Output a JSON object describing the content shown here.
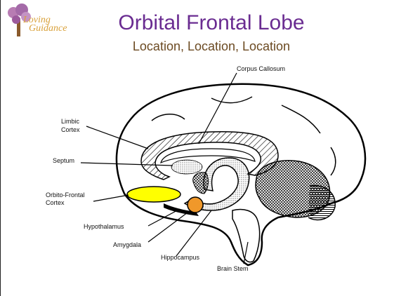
{
  "logo": {
    "line1": "Loving",
    "line2": "Guidance"
  },
  "title": "Orbital Frontal Lobe",
  "subtitle": "Location, Location, Location",
  "labels": {
    "corpus_callosum": "Corpus Callosum",
    "limbic_1": "Limbic",
    "limbic_2": "Cortex",
    "septum": "Septum",
    "orbito_1": "Orbito-Frontal",
    "orbito_2": "Cortex",
    "hypothalamus": "Hypothalamus",
    "amygdala": "Amygdala",
    "hippocampus": "Hippocampus",
    "brain_stem": "Brain Stem"
  },
  "colors": {
    "title": "#6a2c91",
    "subtitle": "#6b4a22",
    "orbito_frontal": "#ffff00",
    "amygdala": "#f0982a",
    "logo_text": "#d9a13a"
  }
}
